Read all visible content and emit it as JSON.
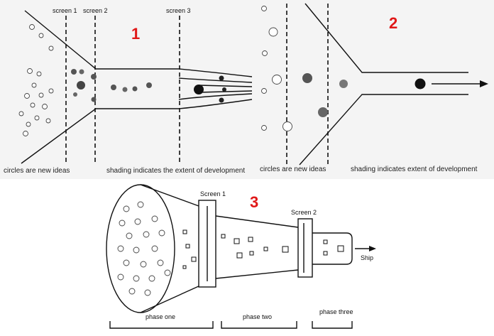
{
  "panel1": {
    "number": "1",
    "screens": [
      "screen 1",
      "screen 2",
      "screen 3"
    ],
    "caption_left": "circles are new ideas",
    "caption_right": "shading indicates the extent of development"
  },
  "panel2": {
    "number": "2",
    "caption_left": "circles are new ideas",
    "caption_right": "shading indicates extent of development"
  },
  "panel3": {
    "number": "3",
    "screens": [
      "Screen 1",
      "Screen 2"
    ],
    "output": "Ship",
    "phases": [
      "phase one",
      "phase two",
      "phase three"
    ]
  },
  "colors": {
    "number": "#e01818",
    "ink": "#111111"
  }
}
